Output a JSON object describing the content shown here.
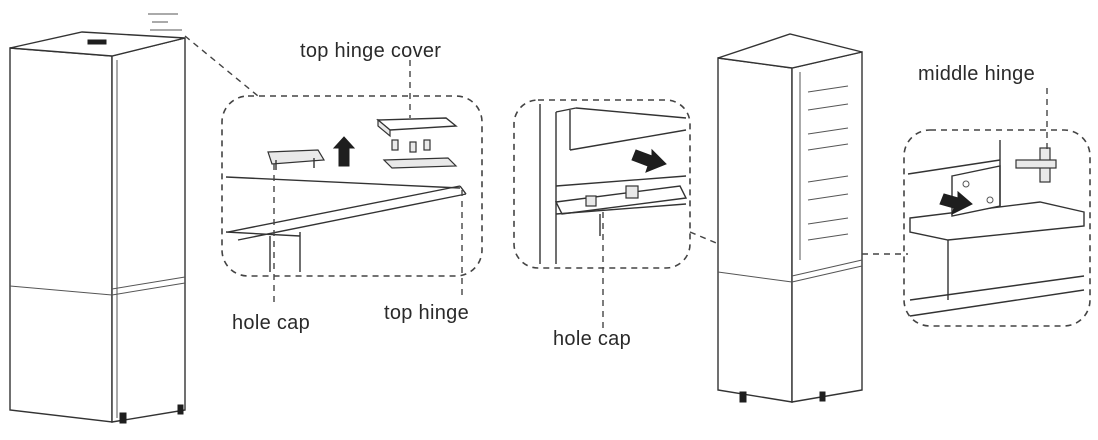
{
  "labels": {
    "top_hinge_cover": "top hinge cover",
    "hole_cap_left": "hole cap",
    "top_hinge": "top hinge",
    "hole_cap_middle": "hole cap",
    "middle_hinge": "middle hinge"
  },
  "icons": [
    "up-arrow-icon",
    "right-arrow-icon"
  ],
  "colors": {
    "line": "#333333",
    "background": "#ffffff"
  }
}
